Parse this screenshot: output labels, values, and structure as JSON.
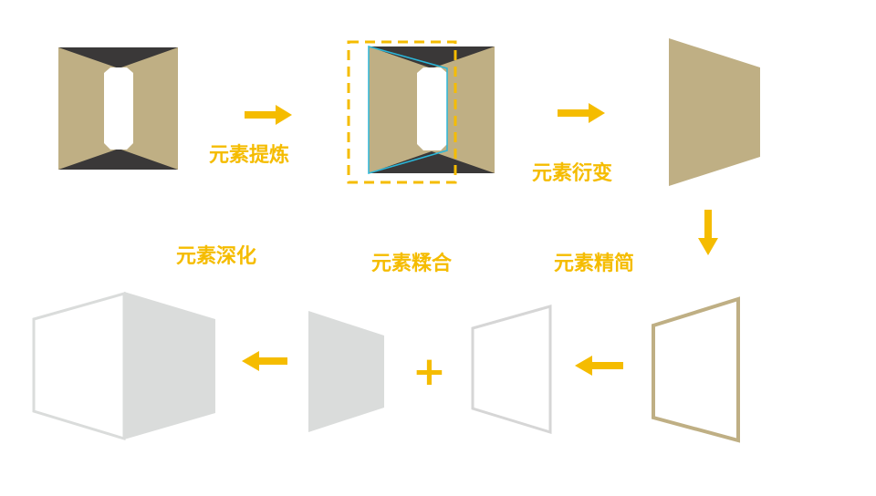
{
  "colors": {
    "accent": "#F5BC00",
    "gold": "#BFAF84",
    "dark": "#3A3838",
    "light_gray": "#DADCDB",
    "outline_gray": "#D6D6D6",
    "highlight_cyan": "#2BB6D8"
  },
  "steps": {
    "refine": "元素提炼",
    "derive": "元素衍变",
    "simplify": "元素精简",
    "merge": "元素糅合",
    "deepen": "元素深化"
  },
  "operators": {
    "plus": "+"
  },
  "icons": {
    "arrow_right": "arrow-right-icon",
    "arrow_down": "arrow-down-icon",
    "arrow_left": "arrow-left-icon"
  }
}
